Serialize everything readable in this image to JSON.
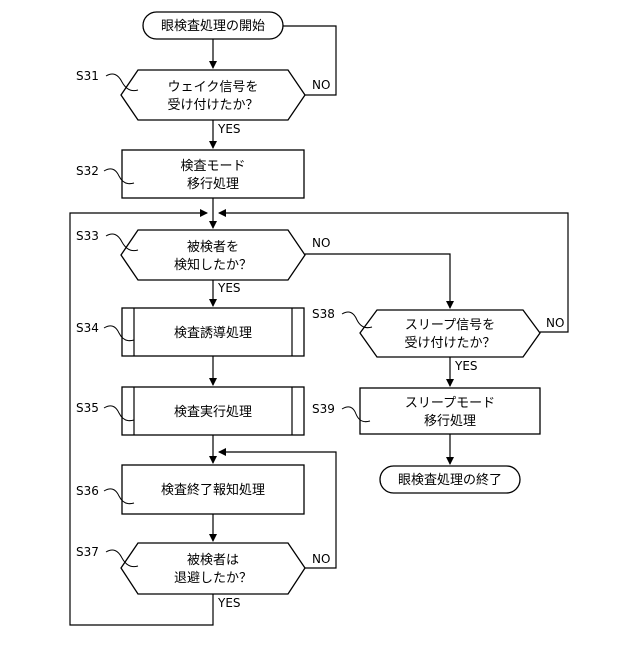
{
  "flowchart": {
    "start": "眼検査処理の開始",
    "end": "眼検査処理の終了",
    "s31": {
      "step": "S31",
      "line1": "ウェイク信号を",
      "line2": "受け付けたか？"
    },
    "s32": {
      "step": "S32",
      "line1": "検査モード",
      "line2": "移行処理"
    },
    "s33": {
      "step": "S33",
      "line1": "被検者を",
      "line2": "検知したか？"
    },
    "s34": {
      "step": "S34",
      "text": "検査誘導処理"
    },
    "s35": {
      "step": "S35",
      "text": "検査実行処理"
    },
    "s36": {
      "step": "S36",
      "text": "検査終了報知処理"
    },
    "s37": {
      "step": "S37",
      "line1": "被検者は",
      "line2": "退避したか？"
    },
    "s38": {
      "step": "S38",
      "line1": "スリープ信号を",
      "line2": "受け付けたか？"
    },
    "s39": {
      "step": "S39",
      "line1": "スリープモード",
      "line2": "移行処理"
    },
    "yes": "YES",
    "no": "NO"
  }
}
